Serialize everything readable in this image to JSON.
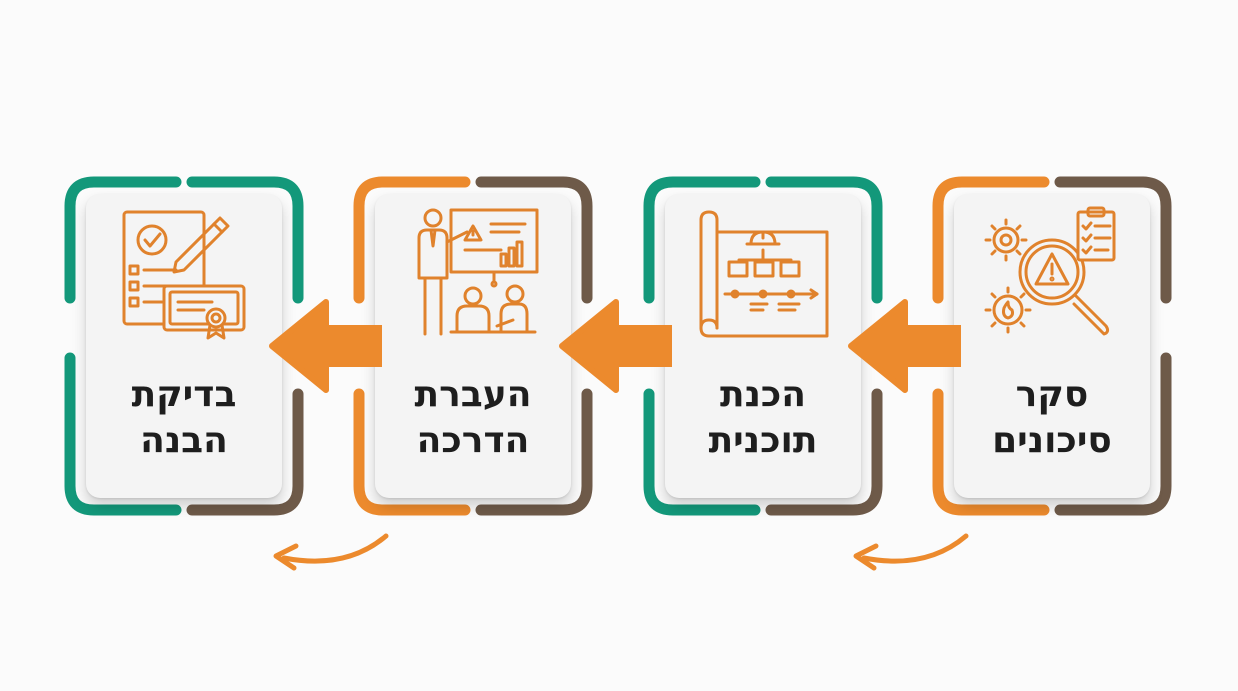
{
  "colors": {
    "orange": "#ec8a2d",
    "teal": "#13987a",
    "brown": "#6e5a49",
    "icon": "#e0822c"
  },
  "steps": [
    {
      "line1": "סקר",
      "line2": "סיכונים",
      "icon": "risk-analysis-icon"
    },
    {
      "line1": "הכנת",
      "line2": "תוכנית",
      "icon": "blueprint-plan-icon"
    },
    {
      "line1": "העברת",
      "line2": "הדרכה",
      "icon": "training-presentation-icon"
    },
    {
      "line1": "בדיקת",
      "line2": "הבנה",
      "icon": "checklist-certificate-icon"
    }
  ]
}
